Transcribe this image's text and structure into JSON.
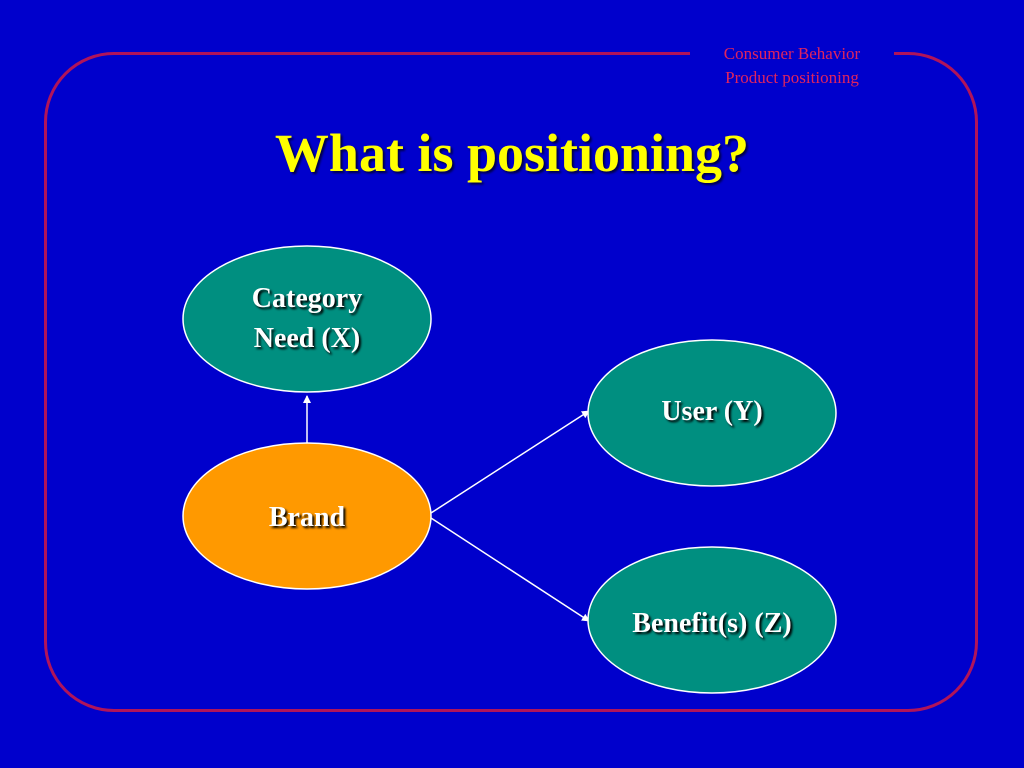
{
  "header": {
    "line1": "Consumer Behavior",
    "line2": "Product positioning"
  },
  "title": "What is positioning?",
  "nodes": {
    "category": {
      "line1": "Category",
      "line2": "Need (X)"
    },
    "brand": {
      "label": "Brand"
    },
    "user": {
      "label": "User (Y)"
    },
    "benefit": {
      "label": "Benefit(s) (Z)"
    }
  },
  "edges": [
    {
      "from": "Brand",
      "to": "Category Need (X)"
    },
    {
      "from": "Brand",
      "to": "User (Y)"
    },
    {
      "from": "Brand",
      "to": "Benefit(s) (Z)"
    }
  ],
  "colors": {
    "background": "#0000cc",
    "frame": "#b0145a",
    "header_text": "#e0245e",
    "title": "#ffff00",
    "node_teal": "#008f80",
    "node_brand": "#ff9900",
    "node_border": "#ffffff",
    "arrow": "#ffffff"
  }
}
